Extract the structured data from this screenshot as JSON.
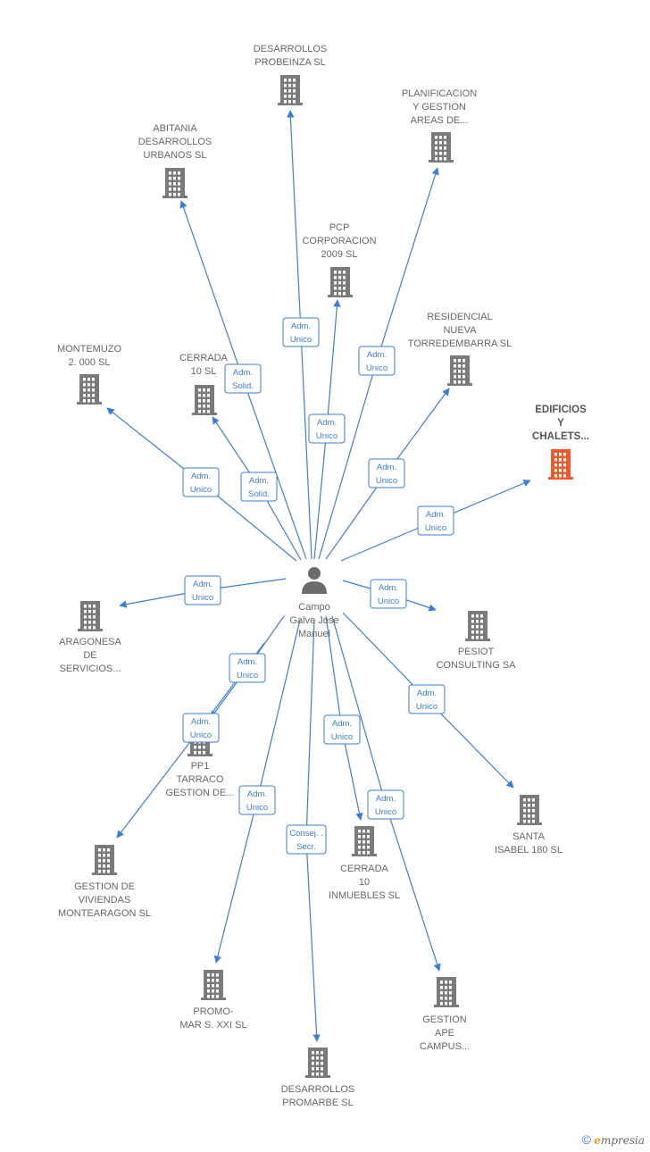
{
  "center": {
    "label": [
      "Campo",
      "Galve Jose",
      "Manuel"
    ]
  },
  "nodes": [
    {
      "id": "n1",
      "label": [
        "DESARROLLOS",
        "PROBEINZA SL"
      ]
    },
    {
      "id": "n2",
      "label": [
        "PLANIFICACION",
        "Y GESTION",
        "AREAS DE..."
      ]
    },
    {
      "id": "n3",
      "label": [
        "ABITANIA",
        "DESARROLLOS",
        "URBANOS SL"
      ]
    },
    {
      "id": "n4",
      "label": [
        "PCP",
        "CORPORACION",
        "2009 SL"
      ]
    },
    {
      "id": "n5",
      "label": [
        "RESIDENCIAL",
        "NUEVA",
        "TORREDEMBARRA SL"
      ]
    },
    {
      "id": "n6",
      "label": [
        "MONTEMUZO",
        "2. 000 SL"
      ]
    },
    {
      "id": "n7",
      "label": [
        "CERRADA",
        "10 SL"
      ]
    },
    {
      "id": "n8",
      "label": [
        "EDIFICIOS",
        "Y",
        "CHALETS..."
      ],
      "highlight": true
    },
    {
      "id": "n9",
      "label": [
        "ARAGONESA",
        "DE",
        "SERVICIOS..."
      ]
    },
    {
      "id": "n10",
      "label": [
        "PESIOT",
        "CONSULTING SA"
      ]
    },
    {
      "id": "n11",
      "label": [
        "PP1",
        "TARRACO",
        "GESTION DE..."
      ]
    },
    {
      "id": "n12",
      "label": [
        "SANTA",
        "ISABEL 180 SL"
      ]
    },
    {
      "id": "n13",
      "label": [
        "GESTION DE",
        "VIVIENDAS",
        "MONTEARAGON SL"
      ]
    },
    {
      "id": "n14",
      "label": [
        "CERRADA",
        "10",
        "INMUEBLES SL"
      ]
    },
    {
      "id": "n15",
      "label": [
        "PROMO-",
        "MAR S.  XXI SL"
      ]
    },
    {
      "id": "n16",
      "label": [
        "GESTION",
        "APE",
        "CAMPUS..."
      ]
    },
    {
      "id": "n17",
      "label": [
        "DESARROLLOS",
        "PROMARBE SL"
      ]
    }
  ],
  "edges": [
    {
      "to": "n1",
      "badge": [
        "Adm.",
        "Unico"
      ]
    },
    {
      "to": "n2",
      "badge": [
        "Adm.",
        "Unico"
      ]
    },
    {
      "to": "n3",
      "badge": [
        "Adm.",
        "Solid."
      ]
    },
    {
      "to": "n4",
      "badge": [
        "Adm.",
        "Unico"
      ]
    },
    {
      "to": "n5",
      "badge": [
        "Adm.",
        "Unico"
      ]
    },
    {
      "to": "n6",
      "badge": [
        "Adm.",
        "Unico"
      ]
    },
    {
      "to": "n7",
      "badge": [
        "Adm.",
        "Solid."
      ]
    },
    {
      "to": "n8",
      "badge": [
        "Adm.",
        "Unico"
      ]
    },
    {
      "to": "n9",
      "badge": [
        "Adm.",
        "Unico"
      ]
    },
    {
      "to": "n10",
      "badge": [
        "Adm.",
        "Unico"
      ]
    },
    {
      "to": "n11",
      "badge": [
        "Adm.",
        "Unico"
      ]
    },
    {
      "to": "n11b",
      "badge": [
        "Adm.",
        "Unico"
      ]
    },
    {
      "to": "n12",
      "badge": [
        "Adm.",
        "Unico"
      ]
    },
    {
      "to": "n14",
      "badge": [
        "Adm.",
        "Unico"
      ]
    },
    {
      "to": "n15",
      "badge": [
        "Adm.",
        "Unico"
      ]
    },
    {
      "to": "n16",
      "badge": [
        "Adm.",
        "Unico"
      ]
    },
    {
      "to": "n17",
      "badge": [
        "Consej. .",
        "Secr."
      ]
    }
  ],
  "colors": {
    "edge": "#3a7fd5",
    "node": "#7a7a7a",
    "highlight": "#f05a28",
    "person": "#6b6b6b"
  },
  "icons": {
    "node": "building-icon",
    "center": "person-icon"
  },
  "footer": {
    "copyright_symbol": "©",
    "brand_initial": "e",
    "brand_rest": "mpresia"
  }
}
